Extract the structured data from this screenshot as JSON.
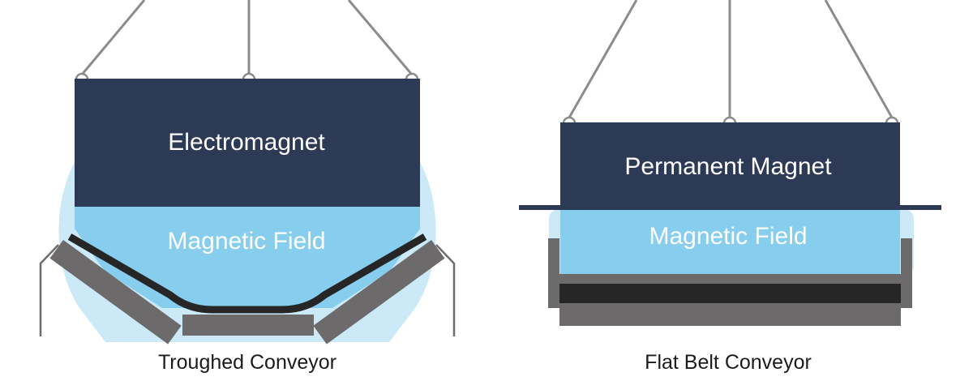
{
  "troughed": {
    "magnet_label": "Electromagnet",
    "field_label": "Magnetic Field",
    "caption": "Troughed Conveyor"
  },
  "flat": {
    "magnet_label": "Permanent Magnet",
    "field_label": "Magnetic Field",
    "caption": "Flat Belt Conveyor"
  },
  "colors": {
    "magnet": "#2d3a55",
    "field": "#87cdee",
    "field_halo": "#cbe9f7",
    "roller": "#6d6a6b",
    "belt": "#262626",
    "cable": "#8c8c8c",
    "frame": "#6d6d6d"
  }
}
